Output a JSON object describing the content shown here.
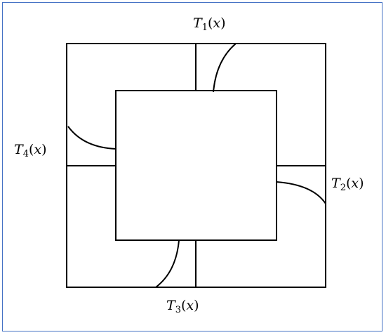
{
  "labels": {
    "t1": {
      "var": "T",
      "sub": "1",
      "arg": "x"
    },
    "t2": {
      "var": "T",
      "sub": "2",
      "arg": "x"
    },
    "t3": {
      "var": "T",
      "sub": "3",
      "arg": "x"
    },
    "t4": {
      "var": "T",
      "sub": "4",
      "arg": "x"
    }
  },
  "colors": {
    "frame_border": "#4472c4",
    "stroke": "#000000"
  }
}
